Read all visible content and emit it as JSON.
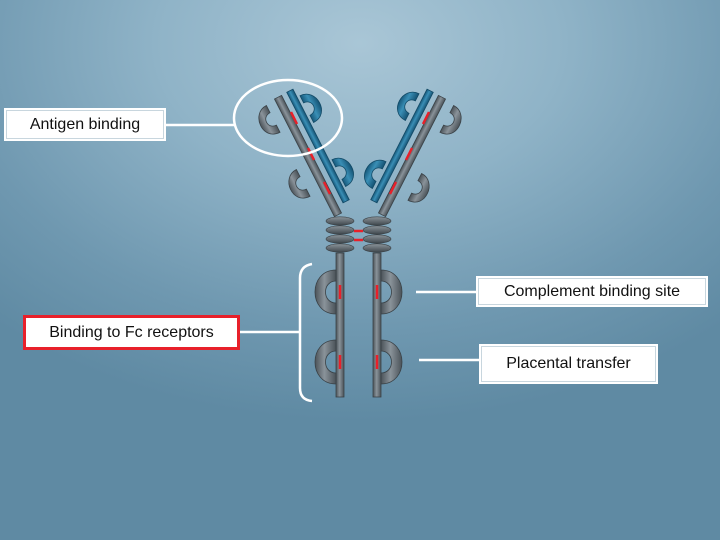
{
  "labels": {
    "antigen_binding": "Antigen binding",
    "complement_binding_site": "Complement binding site",
    "binding_to_fc_receptors": "Binding to Fc receptors",
    "placental_transfer": "Placental transfer"
  },
  "colors": {
    "background": "#8fb3c7",
    "heavy_chain": "#6b737a",
    "light_chain": "#1f6f94",
    "disulfide_bond": "#e8202a",
    "highlight_border": "#e8202a",
    "label_box": "#ffffff"
  }
}
